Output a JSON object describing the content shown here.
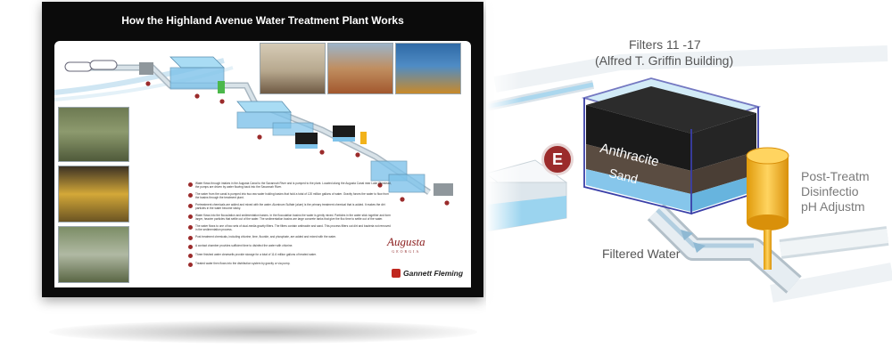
{
  "poster": {
    "title": "How the Highland Avenue Water Treatment Plant Works",
    "steps": [
      "Water flows through intakes in the Augusta Canal to the Savannah River and is pumped to the plant. Located along the Augusta Canal near Lake Olmstead, the pumps are driven by water flowing back into the Savannah River.",
      "The water from the canal is pumped into two raw water holding basins that hold a total of 120 million gallons of water. Gravity forces the water to flow from the basins through the treatment plant.",
      "Pretreatment chemicals are added and mixed with the water. Aluminum Sulfate (alum) is the primary treatment chemical that is added. It makes the dirt particles in the water become sticky.",
      "Water flows into the flocculation and sedimentation basins. In the flocculation basins the water is gently mixed. Particles in the water stick together and form larger, heavier particles that settle out of the water. The sedimentation basins are large concrete tanks that give the floc time to settle out of the water.",
      "The water flows to one of two sets of dual-media gravity filters. The filters contain anthracite and sand. This process filters out dirt and bacteria not removed in the sedimentation process.",
      "Post treatment chemicals, including chlorine, lime, fluoride, and phosphate, are added and mixed with the water.",
      "A contact chamber provides sufficient time to disinfect the water with chlorine.",
      "Three finished water clearwells provide storage for a total of 11.6 million gallons of treated water.",
      "Treated water then flows into the distribution system by gravity or via pump."
    ],
    "logo_augusta": "Augusta",
    "logo_augusta_sub": "GEORGIA",
    "logo_gannett": "Gannett Fleming"
  },
  "zoom": {
    "title_line1": "Filters 11 -17",
    "title_line2": "(Alfred T. Griffin Building)",
    "marker": "E",
    "layer_top": "Anthracite",
    "layer_bottom": "Sand",
    "side_line1": "Post-Treatm",
    "side_line2": "Disinfectio",
    "side_line3": "pH Adjustm",
    "pipe_label": "Filtered Water"
  },
  "colors": {
    "poster_bg": "#0b0b0b",
    "water": "#7fc3ea",
    "pipe": "#c9d3da",
    "tank_edge": "#3a3fa8",
    "cylinder": "#f2b21a",
    "marker_red": "#9b2b2b"
  }
}
